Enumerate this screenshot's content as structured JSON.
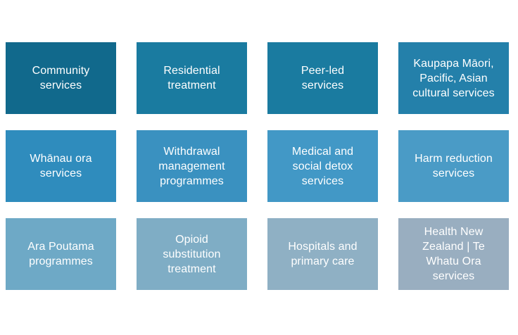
{
  "page": {
    "background_color": "#ffffff",
    "text_color": "#ffffff",
    "layout": "4-column by 3-row card grid",
    "columns": 4,
    "rows": 3
  },
  "palette": {
    "row1_dark_teal": "#11698c",
    "row1_teal": "#1a7ba0",
    "row1_teal_light": "#2480aa",
    "row2_blue": "#2f8cbd",
    "row2_blue_alt": "#3a91c0",
    "row2_blue_light": "#4a9bc6",
    "row3_steel": "#6ea9c6",
    "row3_steel_alt": "#7fadc5",
    "row3_grey_blue": "#93aec2",
    "row3_grey_blue_alt": "#9aaec0"
  },
  "cards": [
    {
      "label": "Community\nservices",
      "color": "#11698c",
      "row": 1,
      "column": 1
    },
    {
      "label": "Residential\ntreatment",
      "color": "#1a7ba0",
      "row": 1,
      "column": 2
    },
    {
      "label": "Peer-led\nservices",
      "color": "#1a7ba0",
      "row": 1,
      "column": 3
    },
    {
      "label": "Kaupapa Māori,\nPacific, Asian\ncultural services",
      "color": "#2480aa",
      "row": 1,
      "column": 4
    },
    {
      "label": "Whānau ora\nservices",
      "color": "#2f8cbd",
      "row": 2,
      "column": 1
    },
    {
      "label": "Withdrawal\nmanagement\nprogrammes",
      "color": "#3a91c0",
      "row": 2,
      "column": 2
    },
    {
      "label": "Medical and\nsocial detox\nservices",
      "color": "#4298c6",
      "row": 2,
      "column": 3
    },
    {
      "label": "Harm reduction\nservices",
      "color": "#4a9bc6",
      "row": 2,
      "column": 4
    },
    {
      "label": "Ara Poutama\nprogrammes",
      "color": "#6ea9c6",
      "row": 3,
      "column": 1
    },
    {
      "label": "Opioid\nsubstitution\ntreatment",
      "color": "#7fadc5",
      "row": 3,
      "column": 2
    },
    {
      "label": "Hospitals and\nprimary care",
      "color": "#8fb0c4",
      "row": 3,
      "column": 3
    },
    {
      "label": "Health New\nZealand | Te\nWhatu Ora\nservices",
      "color": "#99aec0",
      "row": 3,
      "column": 4
    }
  ]
}
